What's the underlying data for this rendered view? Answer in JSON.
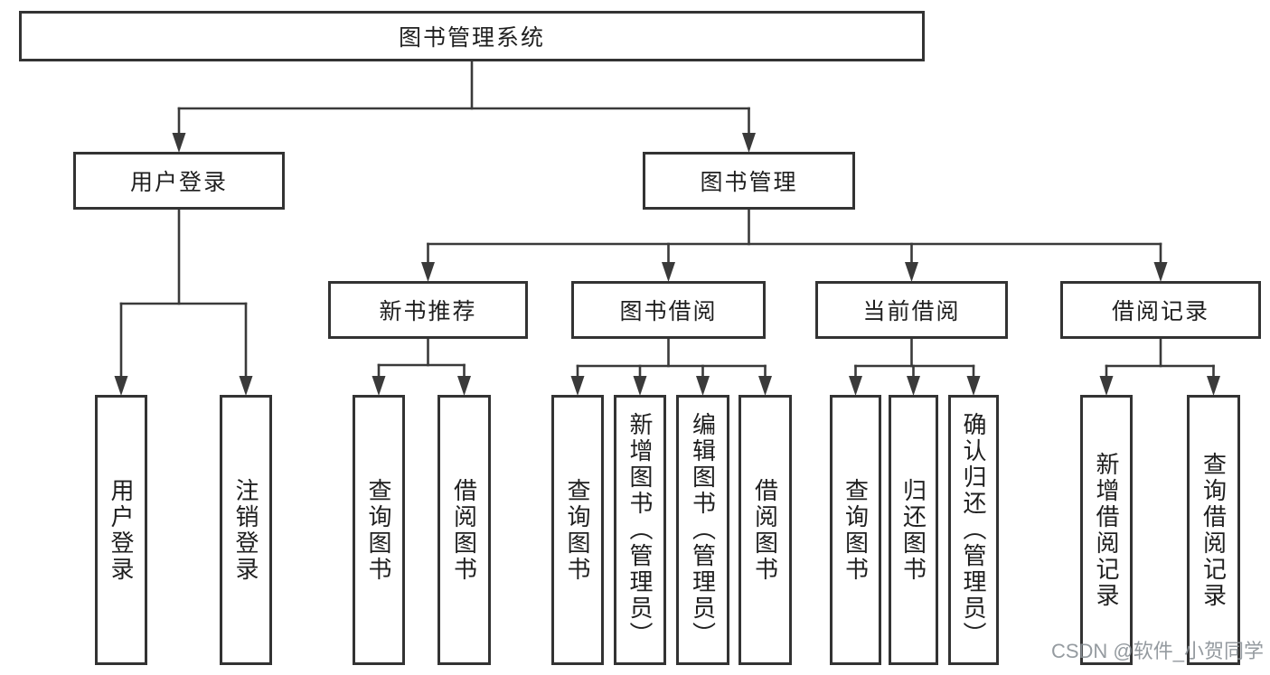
{
  "diagram": {
    "title": "图书管理系统",
    "nodes": [
      {
        "id": "root",
        "label": "图书管理系统",
        "parent": null
      },
      {
        "id": "user-login",
        "label": "用户登录",
        "parent": "root"
      },
      {
        "id": "book-mgmt",
        "label": "图书管理",
        "parent": "root"
      },
      {
        "id": "new-book-recommend",
        "label": "新书推荐",
        "parent": "book-mgmt"
      },
      {
        "id": "book-borrow",
        "label": "图书借阅",
        "parent": "book-mgmt"
      },
      {
        "id": "current-borrow",
        "label": "当前借阅",
        "parent": "book-mgmt"
      },
      {
        "id": "borrow-record",
        "label": "借阅记录",
        "parent": "book-mgmt"
      },
      {
        "id": "leaf-user-login",
        "label": "用户登录",
        "parent": "user-login"
      },
      {
        "id": "leaf-logout",
        "label": "注销登录",
        "parent": "user-login"
      },
      {
        "id": "leaf-query-book-1",
        "label": "查询图书",
        "parent": "new-book-recommend"
      },
      {
        "id": "leaf-borrow-book-1",
        "label": "借阅图书",
        "parent": "new-book-recommend"
      },
      {
        "id": "leaf-query-book-2",
        "label": "查询图书",
        "parent": "book-borrow"
      },
      {
        "id": "leaf-add-book",
        "label": "新增图书（管理员）",
        "parent": "book-borrow"
      },
      {
        "id": "leaf-edit-book",
        "label": "编辑图书（管理员）",
        "parent": "book-borrow"
      },
      {
        "id": "leaf-borrow-book-2",
        "label": "借阅图书",
        "parent": "book-borrow"
      },
      {
        "id": "leaf-query-book-3",
        "label": "查询图书",
        "parent": "current-borrow"
      },
      {
        "id": "leaf-return-book",
        "label": "归还图书",
        "parent": "current-borrow"
      },
      {
        "id": "leaf-confirm-return",
        "label": "确认归还（管理员）",
        "parent": "current-borrow"
      },
      {
        "id": "leaf-add-borrow-record",
        "label": "新增借阅记录",
        "parent": "borrow-record"
      },
      {
        "id": "leaf-query-borrow-record",
        "label": "查询借阅记录",
        "parent": "borrow-record"
      }
    ]
  },
  "watermark": {
    "text": "CSDN @软件_小贺同学"
  },
  "colors": {
    "line": "#3a3a3a",
    "box_border": "#333333",
    "box_fill": "#ffffff",
    "text": "#1f1f1f",
    "watermark": "#8a9096",
    "background": "#ffffff"
  }
}
